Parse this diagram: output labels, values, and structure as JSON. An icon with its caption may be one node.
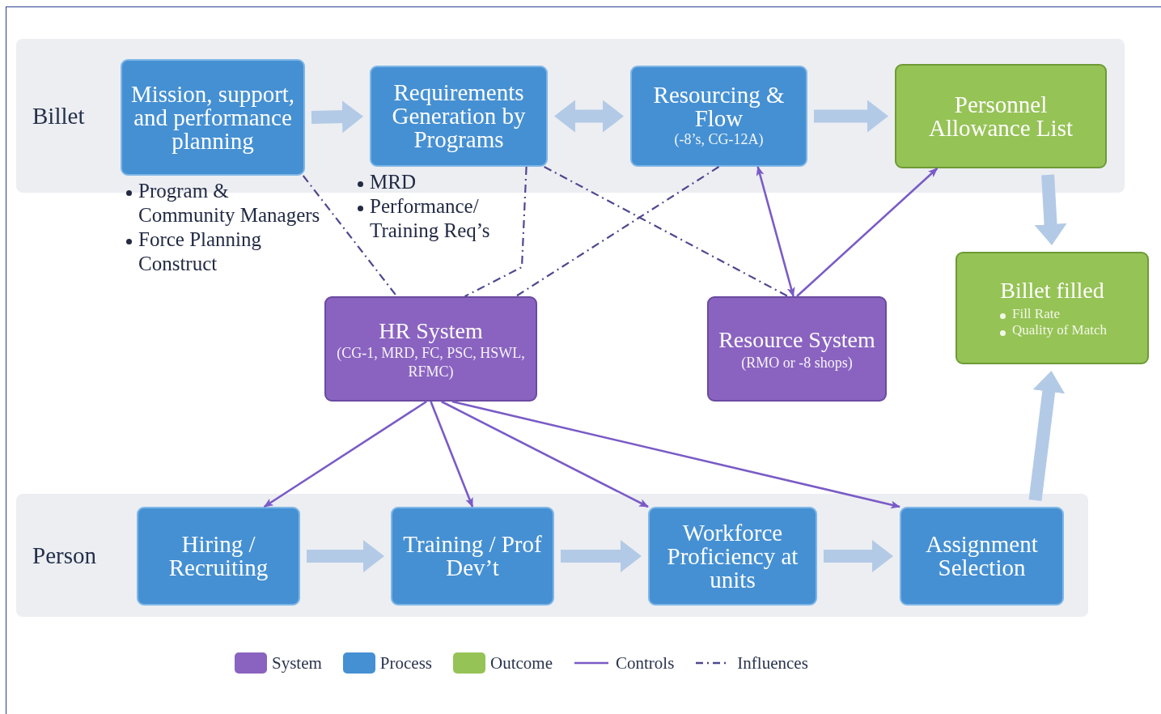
{
  "diagram": {
    "nodes": [
      {
        "text": [
          "Billet"
        ]
      },
      {
        "text": [
          "Mission, support, and performance planning"
        ],
        "in": 0,
        "beside": [
          "Program & Community Managers",
          "Force Planning Construct"
        ]
      },
      {
        "text": [
          "Requirements Generation by Programs"
        ],
        "in": 0,
        "beside": [
          "MRD",
          "Performance/ Training Req’s"
        ]
      },
      {
        "text": [
          "Resourcing & Flow",
          "(-8’s, CG-12A)"
        ],
        "in": 0
      },
      {
        "text": [
          "Personnel Allowance List"
        ],
        "in": 0
      },
      {
        "text": [
          "HR System",
          "(CG-1,  MRD, FC, PSC, HSWL, RFMC)"
        ]
      },
      {
        "text": [
          "Resource System",
          "(RMO or -8 shops)"
        ]
      },
      {
        "text": [
          "Billet filled",
          "Fill Rate",
          "Quality of Match"
        ]
      },
      {
        "text": [
          "Person"
        ]
      },
      {
        "text": [
          "Hiring / Recruiting"
        ],
        "in": 8
      },
      {
        "text": [
          "Training / Prof  Dev’t"
        ],
        "in": 8
      },
      {
        "text": [
          "Workforce Proficiency at units"
        ],
        "in": 8
      },
      {
        "text": [
          "Assignment Selection"
        ],
        "in": 8
      }
    ],
    "edges": [
      {
        "from": 1,
        "to": 2,
        "arrow": "to",
        "style": "thick",
        "color": "#b3cae6"
      },
      {
        "from": 2,
        "to": 3,
        "arrow": "both",
        "style": "thick",
        "color": "#b3cae6"
      },
      {
        "from": 3,
        "to": 4,
        "arrow": "to",
        "style": "thick",
        "color": "#b3cae6"
      },
      {
        "from": 4,
        "to": 7,
        "arrow": "to",
        "style": "thick",
        "color": "#b3cae6"
      },
      {
        "from": 12,
        "to": 7,
        "arrow": "to",
        "style": "thick",
        "color": "#b3cae6"
      },
      {
        "from": 9,
        "to": 10,
        "arrow": "to",
        "style": "thick",
        "color": "#b3cae6"
      },
      {
        "from": 10,
        "to": 11,
        "arrow": "to",
        "style": "thick",
        "color": "#b3cae6"
      },
      {
        "from": 11,
        "to": 12,
        "arrow": "to",
        "style": "thick",
        "color": "#b3cae6"
      },
      {
        "from": 1,
        "to": 5,
        "arrow": "none",
        "style": "dashed",
        "color": "#4e4890"
      },
      {
        "from": 2,
        "to": 5,
        "arrow": "none",
        "style": "dashed",
        "color": "#4e4890"
      },
      {
        "from": 3,
        "to": 5,
        "arrow": "none",
        "style": "dashed",
        "color": "#4e4890"
      },
      {
        "from": 2,
        "to": 6,
        "arrow": "none",
        "style": "dashed",
        "color": "#4e4890"
      },
      {
        "from": 3,
        "to": 6,
        "arrow": "both",
        "color": "#7a5bc6"
      },
      {
        "from": 6,
        "to": 4,
        "arrow": "to",
        "color": "#7a5bc6"
      },
      {
        "from": 5,
        "to": 9,
        "arrow": "to",
        "color": "#7a5bc6"
      },
      {
        "from": 5,
        "to": 10,
        "arrow": "to",
        "color": "#7a5bc6"
      },
      {
        "from": 5,
        "to": 11,
        "arrow": "to",
        "color": "#7a5bc6"
      },
      {
        "from": 5,
        "to": 12,
        "arrow": "to",
        "color": "#7a5bc6"
      }
    ],
    "legend": [
      {
        "text": "System",
        "color": "#8a63c0"
      },
      {
        "text": "Process",
        "color": "#4590d3"
      },
      {
        "text": "Outcome",
        "color": "#96c356"
      },
      {
        "text": "Controls"
      },
      {
        "text": "Influences"
      }
    ]
  }
}
